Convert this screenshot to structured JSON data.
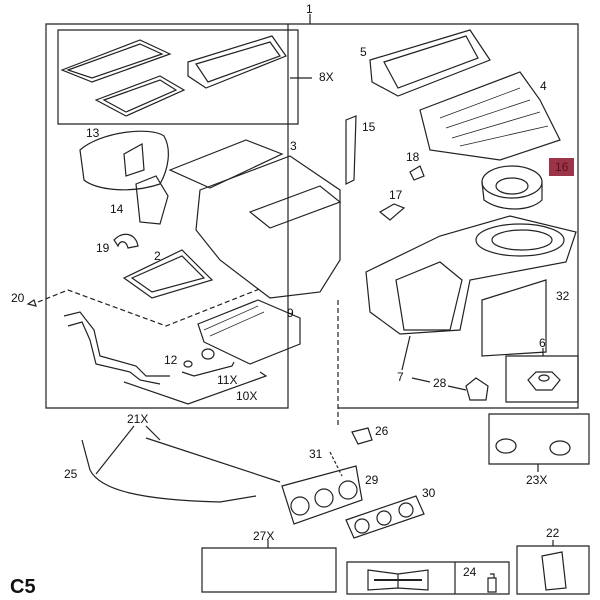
{
  "diagram": {
    "section_code": "C5",
    "highlight_color": "#9b3447",
    "callouts": [
      {
        "id": "1",
        "label": "1",
        "part": "hvac-module-assembly"
      },
      {
        "id": "2",
        "label": "2",
        "part": "filter-frame"
      },
      {
        "id": "3",
        "label": "3",
        "part": "heater-case-upper"
      },
      {
        "id": "4",
        "label": "4",
        "part": "air-inlet-duct"
      },
      {
        "id": "5",
        "label": "5",
        "part": "inlet-seal-frame"
      },
      {
        "id": "6",
        "label": "6",
        "part": "nut"
      },
      {
        "id": "7",
        "label": "7",
        "part": "blower-housing"
      },
      {
        "id": "8X",
        "label": "8X",
        "part": "seal-kit"
      },
      {
        "id": "9",
        "label": "9",
        "part": "evaporator-core"
      },
      {
        "id": "10X",
        "label": "10X",
        "part": "heater-core-kit"
      },
      {
        "id": "11X",
        "label": "11X",
        "part": "clamp-kit"
      },
      {
        "id": "12",
        "label": "12",
        "part": "o-ring"
      },
      {
        "id": "13",
        "label": "13",
        "part": "vent-housing"
      },
      {
        "id": "14",
        "label": "14",
        "part": "actuator"
      },
      {
        "id": "15",
        "label": "15",
        "part": "seal-strip"
      },
      {
        "id": "16",
        "label": "16",
        "part": "blower-motor",
        "highlighted": true
      },
      {
        "id": "17",
        "label": "17",
        "part": "resistor"
      },
      {
        "id": "18",
        "label": "18",
        "part": "clip"
      },
      {
        "id": "19",
        "label": "19",
        "part": "gear"
      },
      {
        "id": "20",
        "label": "20",
        "part": "screw"
      },
      {
        "id": "21X",
        "label": "21X",
        "part": "control-cables"
      },
      {
        "id": "22",
        "label": "22",
        "part": "relay"
      },
      {
        "id": "23X",
        "label": "23X",
        "part": "connector-kit"
      },
      {
        "id": "24",
        "label": "24",
        "part": "lubricant"
      },
      {
        "id": "25",
        "label": "25",
        "part": "cable-clip"
      },
      {
        "id": "26",
        "label": "26",
        "part": "lamp-socket"
      },
      {
        "id": "27X",
        "label": "27X",
        "part": "wiring-repair-kit"
      },
      {
        "id": "28",
        "label": "28",
        "part": "sensor"
      },
      {
        "id": "29",
        "label": "29",
        "part": "control-panel"
      },
      {
        "id": "30",
        "label": "30",
        "part": "control-panel-bezel"
      },
      {
        "id": "31",
        "label": "31",
        "part": "screw"
      },
      {
        "id": "32",
        "label": "32",
        "part": "cabin-air-filter"
      }
    ]
  }
}
